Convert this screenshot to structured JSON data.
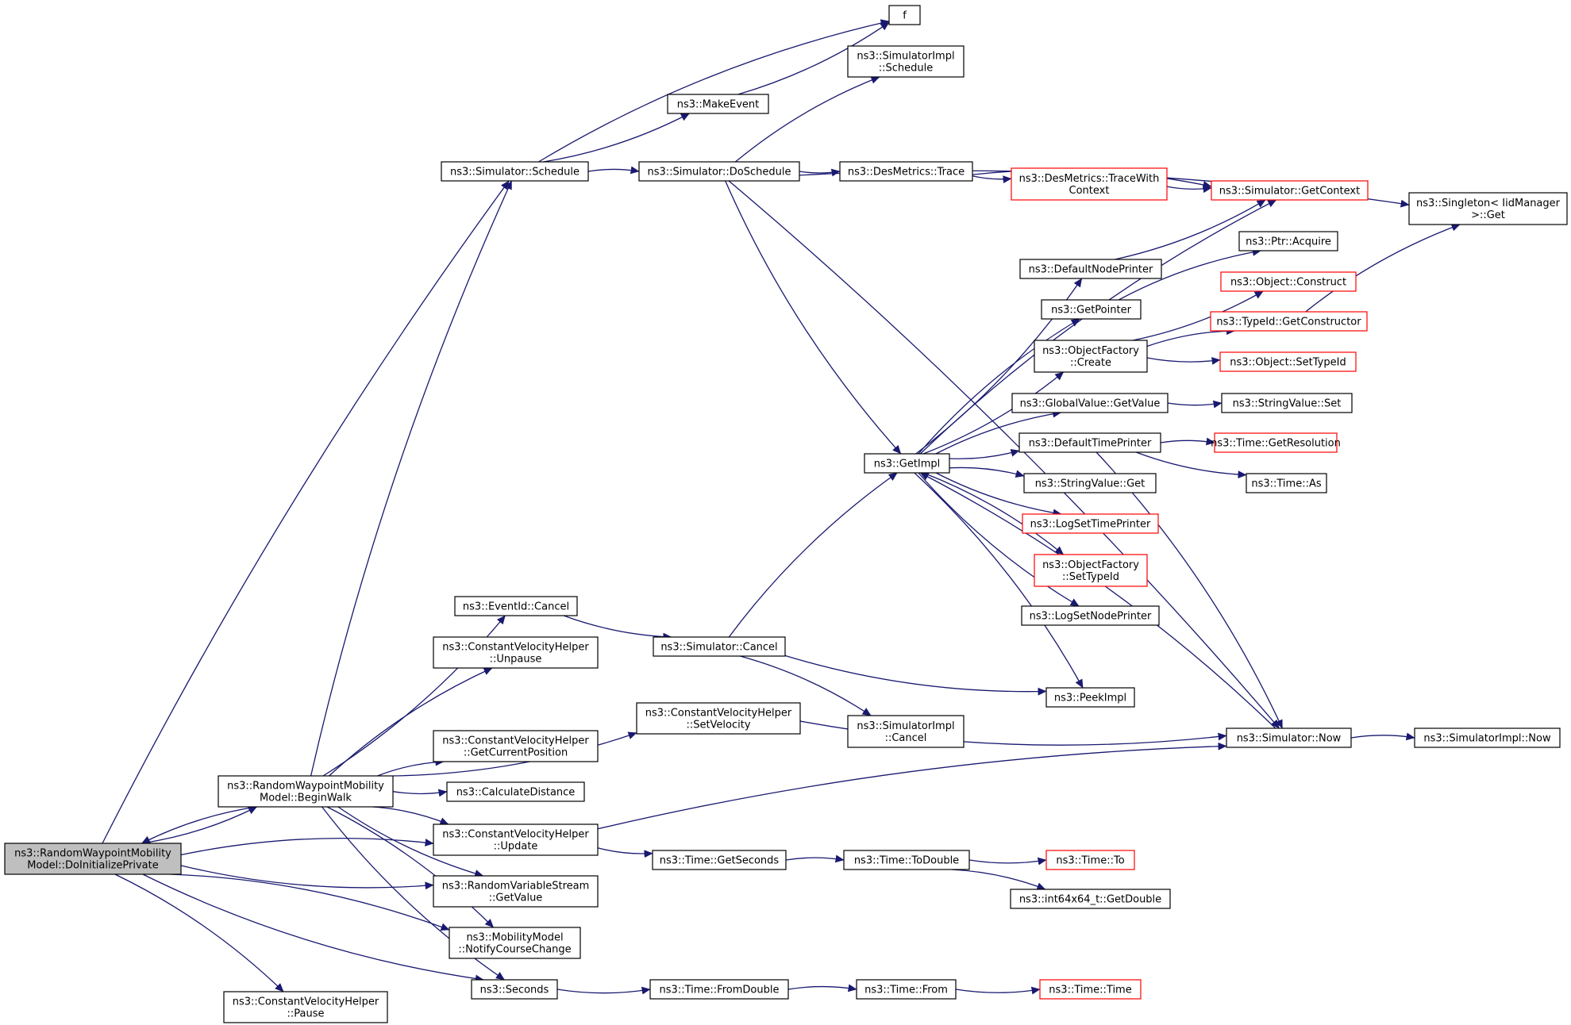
{
  "colors": {
    "edge": "#191970",
    "node_border": "#000000",
    "node_border_truncated": "#ff0000",
    "root_fill": "#bfbfbf",
    "node_fill": "#ffffff"
  },
  "nodes": [
    {
      "id": "root",
      "lines": [
        "ns3::RandomWaypointMobility",
        "Model::DoInitializePrivate"
      ],
      "style": "root"
    },
    {
      "id": "cvh_pause",
      "lines": [
        "ns3::ConstantVelocityHelper",
        "::Pause"
      ],
      "style": "normal"
    },
    {
      "id": "begin_walk",
      "lines": [
        "ns3::RandomWaypointMobility",
        "Model::BeginWalk"
      ],
      "style": "normal"
    },
    {
      "id": "sim_schedule",
      "lines": [
        "ns3::Simulator::Schedule"
      ],
      "style": "normal"
    },
    {
      "id": "f",
      "lines": [
        "f"
      ],
      "style": "normal"
    },
    {
      "id": "make_event",
      "lines": [
        "ns3::MakeEvent"
      ],
      "style": "normal"
    },
    {
      "id": "simimpl_schedule",
      "lines": [
        "ns3::SimulatorImpl",
        "::Schedule"
      ],
      "style": "normal"
    },
    {
      "id": "sim_doschedule",
      "lines": [
        "ns3::Simulator::DoSchedule"
      ],
      "style": "normal"
    },
    {
      "id": "des_trace",
      "lines": [
        "ns3::DesMetrics::Trace"
      ],
      "style": "normal"
    },
    {
      "id": "des_trace_ctx",
      "lines": [
        "ns3::DesMetrics::TraceWith",
        "Context"
      ],
      "style": "truncated"
    },
    {
      "id": "sim_getcontext",
      "lines": [
        "ns3::Simulator::GetContext"
      ],
      "style": "truncated"
    },
    {
      "id": "singleton_get",
      "lines": [
        "ns3::Singleton< IidManager",
        ">::Get"
      ],
      "style": "normal"
    },
    {
      "id": "default_node_printer",
      "lines": [
        "ns3::DefaultNodePrinter"
      ],
      "style": "normal"
    },
    {
      "id": "ptr_acquire",
      "lines": [
        "ns3::Ptr::Acquire"
      ],
      "style": "normal"
    },
    {
      "id": "get_pointer",
      "lines": [
        "ns3::GetPointer"
      ],
      "style": "normal"
    },
    {
      "id": "object_construct",
      "lines": [
        "ns3::Object::Construct"
      ],
      "style": "truncated"
    },
    {
      "id": "typeid_getconstructor",
      "lines": [
        "ns3::TypeId::GetConstructor"
      ],
      "style": "truncated"
    },
    {
      "id": "objfactory_create",
      "lines": [
        "ns3::ObjectFactory",
        "::Create"
      ],
      "style": "normal"
    },
    {
      "id": "object_settypeid",
      "lines": [
        "ns3::Object::SetTypeId"
      ],
      "style": "truncated"
    },
    {
      "id": "globalvalue_getvalue",
      "lines": [
        "ns3::GlobalValue::GetValue"
      ],
      "style": "normal"
    },
    {
      "id": "stringvalue_set",
      "lines": [
        "ns3::StringValue::Set"
      ],
      "style": "normal"
    },
    {
      "id": "default_time_printer",
      "lines": [
        "ns3::DefaultTimePrinter"
      ],
      "style": "normal"
    },
    {
      "id": "time_getresolution",
      "lines": [
        "ns3::Time::GetResolution"
      ],
      "style": "truncated"
    },
    {
      "id": "get_impl",
      "lines": [
        "ns3::GetImpl"
      ],
      "style": "normal"
    },
    {
      "id": "time_as",
      "lines": [
        "ns3::Time::As"
      ],
      "style": "normal"
    },
    {
      "id": "stringvalue_get",
      "lines": [
        "ns3::StringValue::Get"
      ],
      "style": "normal"
    },
    {
      "id": "log_settimeprinter",
      "lines": [
        "ns3::LogSetTimePrinter"
      ],
      "style": "truncated"
    },
    {
      "id": "objfactory_settypeid",
      "lines": [
        "ns3::ObjectFactory",
        "::SetTypeId"
      ],
      "style": "truncated"
    },
    {
      "id": "log_setnodeprinter",
      "lines": [
        "ns3::LogSetNodePrinter"
      ],
      "style": "normal"
    },
    {
      "id": "eventid_cancel",
      "lines": [
        "ns3::EventId::Cancel"
      ],
      "style": "normal"
    },
    {
      "id": "sim_cancel",
      "lines": [
        "ns3::Simulator::Cancel"
      ],
      "style": "normal"
    },
    {
      "id": "cvh_unpause",
      "lines": [
        "ns3::ConstantVelocityHelper",
        "::Unpause"
      ],
      "style": "normal"
    },
    {
      "id": "peek_impl",
      "lines": [
        "ns3::PeekImpl"
      ],
      "style": "normal"
    },
    {
      "id": "cvh_setvelocity",
      "lines": [
        "ns3::ConstantVelocityHelper",
        "::SetVelocity"
      ],
      "style": "normal"
    },
    {
      "id": "simimpl_cancel",
      "lines": [
        "ns3::SimulatorImpl",
        "::Cancel"
      ],
      "style": "normal"
    },
    {
      "id": "cvh_getcurrentposition",
      "lines": [
        "ns3::ConstantVelocityHelper",
        "::GetCurrentPosition"
      ],
      "style": "normal"
    },
    {
      "id": "sim_now",
      "lines": [
        "ns3::Simulator::Now"
      ],
      "style": "normal"
    },
    {
      "id": "simimpl_now",
      "lines": [
        "ns3::SimulatorImpl::Now"
      ],
      "style": "normal"
    },
    {
      "id": "calculate_distance",
      "lines": [
        "ns3::CalculateDistance"
      ],
      "style": "normal"
    },
    {
      "id": "cvh_update",
      "lines": [
        "ns3::ConstantVelocityHelper",
        "::Update"
      ],
      "style": "normal"
    },
    {
      "id": "time_getseconds",
      "lines": [
        "ns3::Time::GetSeconds"
      ],
      "style": "normal"
    },
    {
      "id": "time_todouble",
      "lines": [
        "ns3::Time::ToDouble"
      ],
      "style": "normal"
    },
    {
      "id": "time_to",
      "lines": [
        "ns3::Time::To"
      ],
      "style": "truncated"
    },
    {
      "id": "int64x64_getdouble",
      "lines": [
        "ns3::int64x64_t::GetDouble"
      ],
      "style": "normal"
    },
    {
      "id": "rvs_getvalue",
      "lines": [
        "ns3::RandomVariableStream",
        "::GetValue"
      ],
      "style": "normal"
    },
    {
      "id": "mm_notifycoursechange",
      "lines": [
        "ns3::MobilityModel",
        "::NotifyCourseChange"
      ],
      "style": "normal"
    },
    {
      "id": "seconds",
      "lines": [
        "ns3::Seconds"
      ],
      "style": "normal"
    },
    {
      "id": "time_fromdouble",
      "lines": [
        "ns3::Time::FromDouble"
      ],
      "style": "normal"
    },
    {
      "id": "time_from",
      "lines": [
        "ns3::Time::From"
      ],
      "style": "normal"
    },
    {
      "id": "time_time",
      "lines": [
        "ns3::Time::Time"
      ],
      "style": "truncated"
    }
  ],
  "edges": [
    [
      "root",
      "sim_schedule"
    ],
    [
      "root",
      "begin_walk"
    ],
    [
      "root",
      "cvh_update"
    ],
    [
      "root",
      "rvs_getvalue"
    ],
    [
      "root",
      "mm_notifycoursechange"
    ],
    [
      "root",
      "seconds"
    ],
    [
      "root",
      "cvh_pause"
    ],
    [
      "begin_walk",
      "root"
    ],
    [
      "begin_walk",
      "sim_schedule"
    ],
    [
      "begin_walk",
      "eventid_cancel"
    ],
    [
      "begin_walk",
      "cvh_unpause"
    ],
    [
      "begin_walk",
      "cvh_setvelocity"
    ],
    [
      "begin_walk",
      "cvh_getcurrentposition"
    ],
    [
      "begin_walk",
      "calculate_distance"
    ],
    [
      "begin_walk",
      "cvh_update"
    ],
    [
      "begin_walk",
      "rvs_getvalue"
    ],
    [
      "begin_walk",
      "mm_notifycoursechange"
    ],
    [
      "begin_walk",
      "seconds"
    ],
    [
      "sim_schedule",
      "f"
    ],
    [
      "sim_schedule",
      "make_event"
    ],
    [
      "sim_schedule",
      "sim_doschedule"
    ],
    [
      "make_event",
      "f"
    ],
    [
      "sim_doschedule",
      "simimpl_schedule"
    ],
    [
      "sim_doschedule",
      "des_trace"
    ],
    [
      "sim_doschedule",
      "singleton_get"
    ],
    [
      "sim_doschedule",
      "get_impl"
    ],
    [
      "sim_doschedule",
      "sim_now"
    ],
    [
      "des_trace",
      "des_trace_ctx"
    ],
    [
      "des_trace",
      "sim_getcontext"
    ],
    [
      "des_trace_ctx",
      "sim_getcontext"
    ],
    [
      "get_impl",
      "sim_getcontext"
    ],
    [
      "get_impl",
      "default_node_printer"
    ],
    [
      "get_impl",
      "get_pointer"
    ],
    [
      "get_impl",
      "objfactory_create"
    ],
    [
      "get_impl",
      "globalvalue_getvalue"
    ],
    [
      "get_impl",
      "default_time_printer"
    ],
    [
      "get_impl",
      "stringvalue_get"
    ],
    [
      "get_impl",
      "log_settimeprinter"
    ],
    [
      "get_impl",
      "objfactory_settypeid"
    ],
    [
      "get_impl",
      "log_setnodeprinter"
    ],
    [
      "get_impl",
      "peek_impl"
    ],
    [
      "default_node_printer",
      "sim_getcontext"
    ],
    [
      "get_pointer",
      "ptr_acquire"
    ],
    [
      "objfactory_create",
      "object_construct"
    ],
    [
      "objfactory_create",
      "typeid_getconstructor"
    ],
    [
      "objfactory_create",
      "object_settypeid"
    ],
    [
      "typeid_getconstructor",
      "singleton_get"
    ],
    [
      "globalvalue_getvalue",
      "stringvalue_set"
    ],
    [
      "default_time_printer",
      "time_getresolution"
    ],
    [
      "default_time_printer",
      "time_as"
    ],
    [
      "default_time_printer",
      "sim_now"
    ],
    [
      "sim_now",
      "get_impl"
    ],
    [
      "sim_now",
      "simimpl_now"
    ],
    [
      "eventid_cancel",
      "sim_cancel"
    ],
    [
      "sim_cancel",
      "get_impl"
    ],
    [
      "sim_cancel",
      "peek_impl"
    ],
    [
      "sim_cancel",
      "simimpl_cancel"
    ],
    [
      "cvh_setvelocity",
      "sim_now"
    ],
    [
      "cvh_update",
      "sim_now"
    ],
    [
      "cvh_update",
      "time_getseconds"
    ],
    [
      "time_getseconds",
      "time_todouble"
    ],
    [
      "time_todouble",
      "time_to"
    ],
    [
      "time_todouble",
      "int64x64_getdouble"
    ],
    [
      "seconds",
      "time_fromdouble"
    ],
    [
      "time_fromdouble",
      "time_from"
    ],
    [
      "time_from",
      "time_time"
    ]
  ]
}
